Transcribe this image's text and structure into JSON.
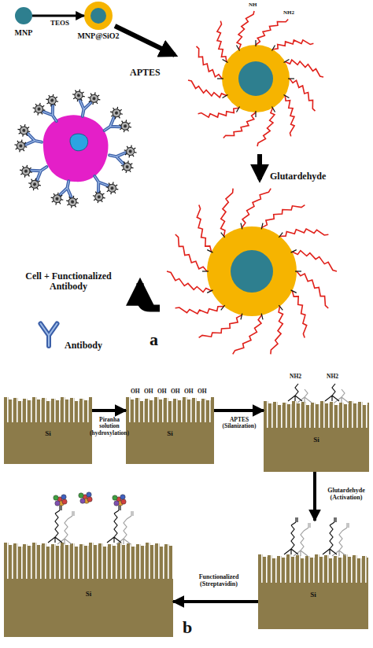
{
  "diagram": {
    "nodes": [
      {
        "text": [
          "MNP"
        ]
      },
      {
        "text": [
          "MNP@SiO2"
        ]
      },
      {
        "text": [
          "Si"
        ]
      },
      {
        "text": [
          "Si"
        ]
      },
      {
        "text": [
          "Si"
        ]
      },
      {
        "text": [
          "Si"
        ]
      },
      {
        "text": [
          "Si"
        ]
      }
    ],
    "edges": [
      {
        "from": 0,
        "to": 1,
        "label": "TEOS",
        "arrow": "to"
      },
      {
        "from": 2,
        "to": 3,
        "label": "Piranha solution (hydroxylation)",
        "arrow": "to"
      },
      {
        "from": 3,
        "to": 4,
        "label": "APTES (Silanization)",
        "arrow": "to"
      },
      {
        "from": 4,
        "to": 5,
        "label": "Glutardehyde (Activation)",
        "arrow": "to"
      },
      {
        "from": 5,
        "to": 6,
        "label": "Functionalized (Streptavidin)",
        "arrow": "to"
      }
    ],
    "labels": [
      "APTES",
      "Glutardehyde",
      "Cell + Functionalized Antibody",
      "Antibody",
      "a",
      "NH",
      "NH2",
      "OH",
      "OH",
      "OH",
      "OH",
      "OH",
      "OH",
      "NH2",
      "NH2",
      "b"
    ]
  }
}
